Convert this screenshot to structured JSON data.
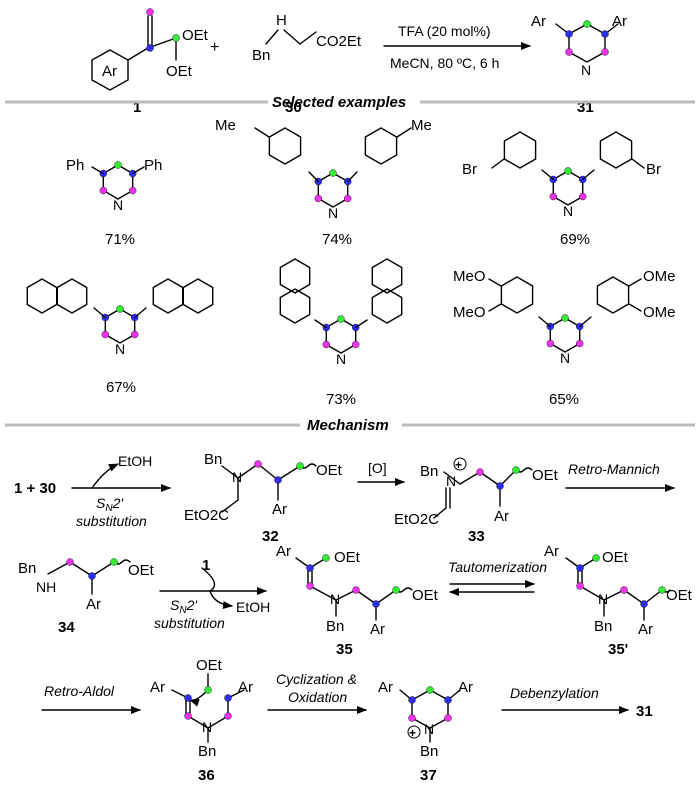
{
  "top": {
    "cmpd1": "1",
    "cmpd30": "30",
    "cmpd31": "31",
    "plus": "+",
    "ar": "Ar",
    "oet": "OEt",
    "bn": "Bn",
    "h": "H",
    "co2et": "CO2Et",
    "n": "N",
    "condition1": "TFA (20 mol%)",
    "condition2": "MeCN, 80 ºC, 6 h"
  },
  "selected": {
    "title": "Selected examples",
    "examples": [
      {
        "sub": "Ph",
        "yield": "71%"
      },
      {
        "sub": "Me",
        "yield": "74%"
      },
      {
        "sub": "Br",
        "yield": "69%"
      },
      {
        "sub": "2-naphthyl",
        "yield": "67%"
      },
      {
        "sub": "1-naphthyl",
        "yield": "73%"
      },
      {
        "sub": "MeO",
        "yield": "65%"
      }
    ]
  },
  "mechanism": {
    "title": "Mechanism",
    "start": "1  + 30",
    "etoh": "EtOH",
    "sn2": "S",
    "sn2_sub": "N",
    "sn2_end": "2'",
    "substitution": "substitution",
    "ox": "[O]",
    "retro_mannich": "Retro-Mannich",
    "tautomerization": "Tautomerization",
    "retro_aldol": "Retro-Aldol",
    "cyclization": "Cyclization &",
    "oxidation": "Oxidation",
    "debenzylation": "Debenzylation",
    "cmpd32": "32",
    "cmpd33": "33",
    "cmpd34": "34",
    "cmpd35": "35",
    "cmpd35p": "35'",
    "cmpd36": "36",
    "cmpd37": "37",
    "cmpd31": "31",
    "reagent1": "1",
    "plus_charge": "+",
    "nh": "NH",
    "eto2c": "EtO2C"
  },
  "colors": {
    "blue": "#2d2df5",
    "magenta": "#ee33ee",
    "green": "#33ee33",
    "divider": "#bbbbbb"
  }
}
